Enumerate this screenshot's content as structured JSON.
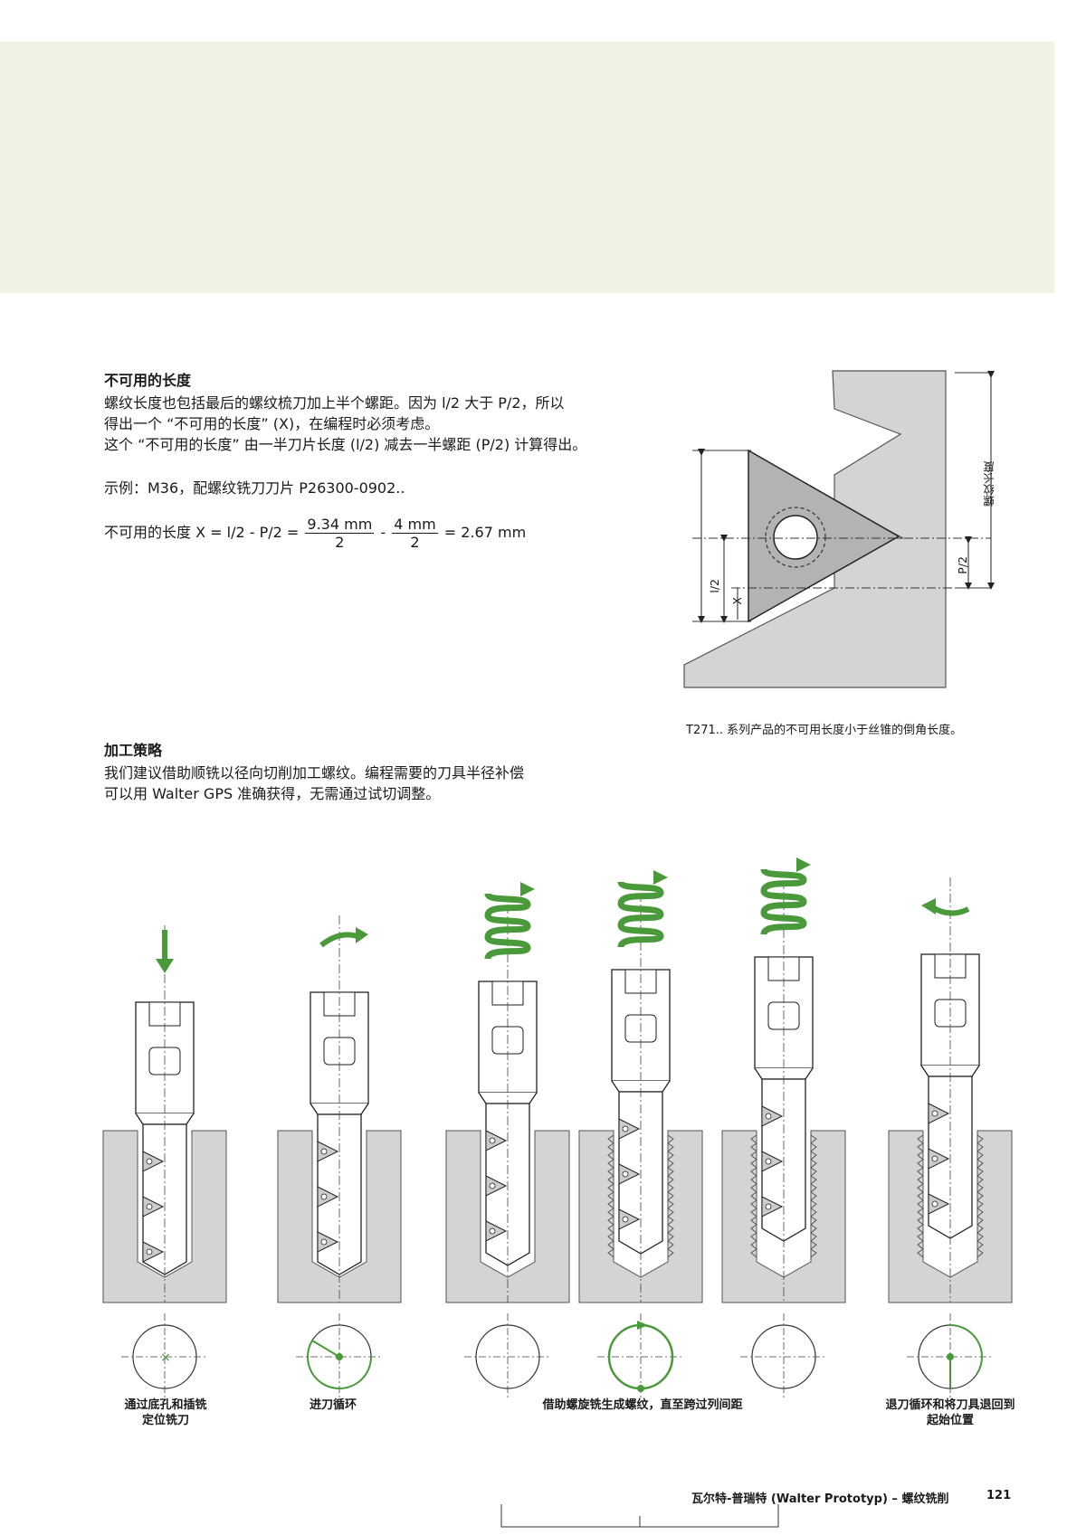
{
  "section1": {
    "heading": "不可用的长度",
    "lines": [
      "螺纹长度也包括最后的螺纹梳刀加上半个螺距。因为 l/2 大于 P/2，所以",
      "得出一个 “不可用的长度” (X)，在编程时必须考虑。",
      "这个 “不可用的长度” 由一半刀片长度 (l/2) 减去一半螺距 (P/2) 计算得出。"
    ],
    "example": "示例：M36，配螺纹铣刀刀片 P26300-0902..",
    "formula": {
      "lead": "不可用的长度 X = l/2 - P/2 =",
      "num1": "9.34 mm",
      "den1": "2",
      "minus": "-",
      "num2": "4 mm",
      "den2": "2",
      "result": "= 2.67 mm"
    }
  },
  "diagram1": {
    "label_thread_length": "螺纹长度",
    "label_l2": "l/2",
    "label_x": "X",
    "label_p2": "P/2",
    "caption": "T271.. 系列产品的不可用长度小于丝锥的倒角长度。"
  },
  "section2": {
    "heading": "加工策略",
    "lines": [
      "我们建议借助顺铣以径向切削加工螺纹。编程需要的刀具半径补偿",
      "可以用 Walter GPS 准确获得，无需通过试切调整。"
    ]
  },
  "steps": {
    "caption1": "通过底孔和插铣\n定位铣刀",
    "caption2": "进刀循环",
    "caption3": "借助螺旋铣生成螺纹，直至跨过列间距",
    "caption4": "退刀循环和将刀具退回到\n起始位置"
  },
  "colors": {
    "banner": "#f0f2e4",
    "accent_green": "#4a9a3c",
    "gray_fill": "#d4d4d4"
  },
  "footer": {
    "text": "瓦尔特-普瑞特 (Walter Prototyp) – 螺纹铣削",
    "page": "121"
  }
}
